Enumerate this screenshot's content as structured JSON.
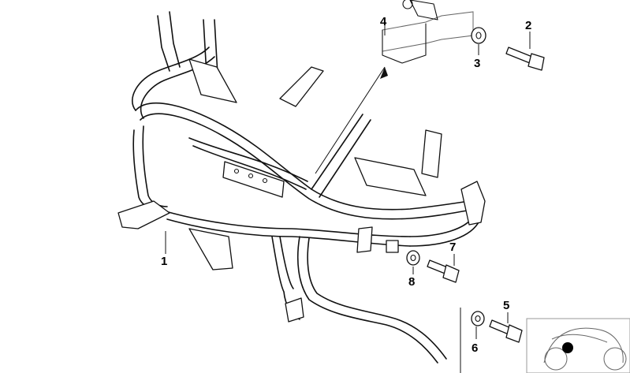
{
  "callouts": [
    {
      "id": "1",
      "label": "1"
    },
    {
      "id": "2",
      "label": "2"
    },
    {
      "id": "3",
      "label": "3"
    },
    {
      "id": "4",
      "label": "4"
    },
    {
      "id": "5",
      "label": "5"
    },
    {
      "id": "6",
      "label": "6"
    },
    {
      "id": "7",
      "label": "7"
    },
    {
      "id": "8",
      "label": "8"
    }
  ],
  "parts": {
    "frame": "front-frame-icon",
    "bracket": "bracket-icon",
    "washer": "washer-icon",
    "bolt": "bolt-icon",
    "thumbnail": "motorcycle-thumbnail-icon"
  },
  "colors": {
    "line": "#111111",
    "background": "#ffffff",
    "marker": "#000000"
  }
}
